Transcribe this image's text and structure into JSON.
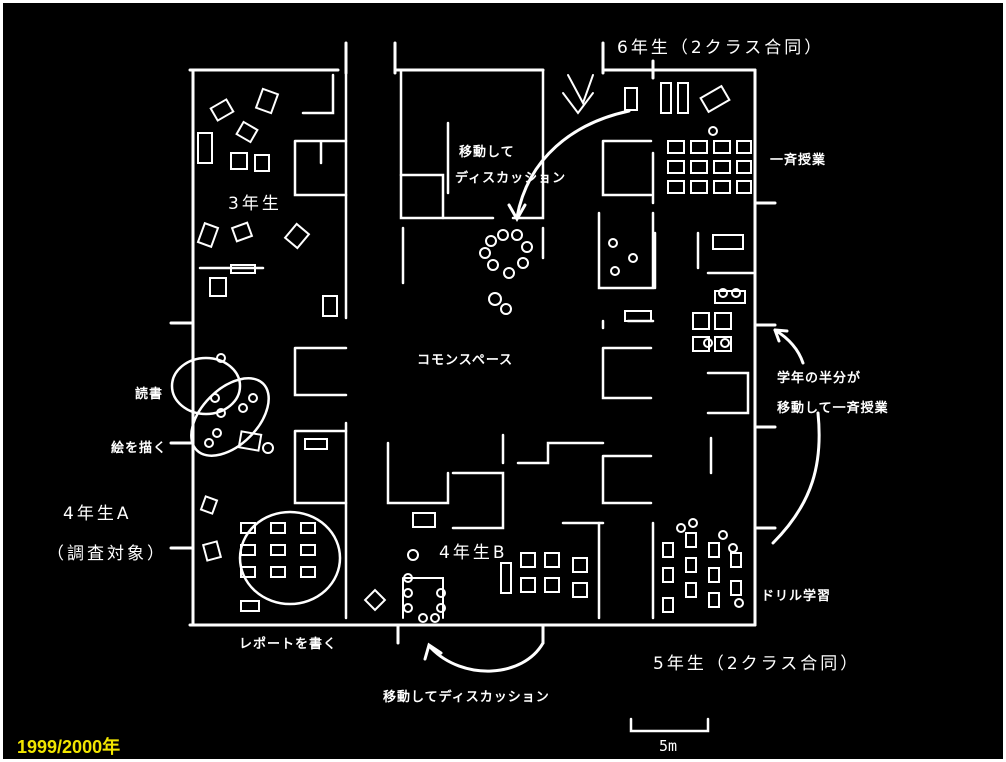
{
  "labels": {
    "grade6": "6年生（2クラス合同）",
    "grade3": "3年生",
    "grade4a": "4年生A",
    "survey": "（調査対象）",
    "grade4b": "4年生B",
    "grade5": "5年生（2クラス合同）",
    "common": "コモンスペース",
    "move_discuss_1": "移動して",
    "move_discuss_2": "ディスカッション",
    "lecture": "一斉授業",
    "half_move_1": "学年の半分が",
    "half_move_2": "移動して一斉授業",
    "reading": "読書",
    "drawing": "絵を描く",
    "report": "レポートを書く",
    "move_discuss_bottom": "移動してディスカッション",
    "drill": "ドリル学習",
    "year": "1999/2000年",
    "scale": "5m"
  },
  "colors": {
    "background": "#000000",
    "lines": "#ffffff",
    "year": "#f2e600"
  }
}
